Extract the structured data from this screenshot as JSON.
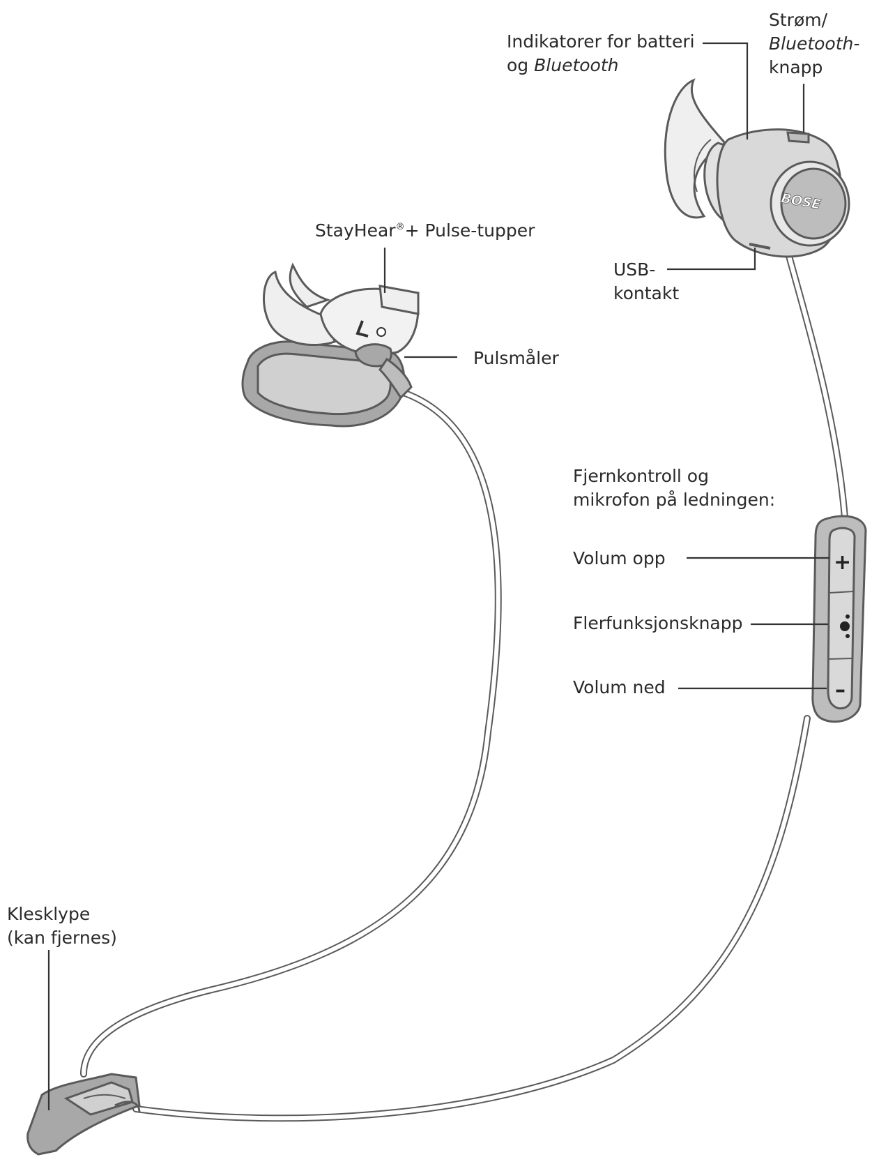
{
  "labels": {
    "power_line1": "Strøm/",
    "power_line2": "Bluetooth-",
    "power_line3": "knapp",
    "indicators_line1": "Indikatorer for batteri",
    "indicators_line2_plain": "og ",
    "indicators_line2_italic": "Bluetooth",
    "stayhear_before": "StayHear",
    "stayhear_reg": "®",
    "stayhear_after": "+ Pulse-tupper",
    "usb_line1": "USB-",
    "usb_line2": "kontakt",
    "heart_rate": "Pulsmåler",
    "remote_line1": "Fjernkontroll og",
    "remote_line2": "mikrofon på ledningen:",
    "volume_up": "Volum opp",
    "multifunction": "Flerfunksjonsknapp",
    "volume_down": "Volum ned",
    "clip_line1": "Klesklype",
    "clip_line2": "(kan fjernes)"
  },
  "device": {
    "brand_logo": "BOSE",
    "remote_plus_icon": "plus-icon",
    "remote_multifunction_icon": "dot-button-icon",
    "remote_minus_icon": "minus-icon",
    "earbud_bottom_mark": "L-mark-icon"
  },
  "colors": {
    "text": "#2a2a2a",
    "outline": "#5a5a5a",
    "body_fill": "#d9d9d9",
    "light_fill": "#efefef",
    "dark_fill": "#a8a8a8",
    "cable": "#e6e6e6"
  }
}
